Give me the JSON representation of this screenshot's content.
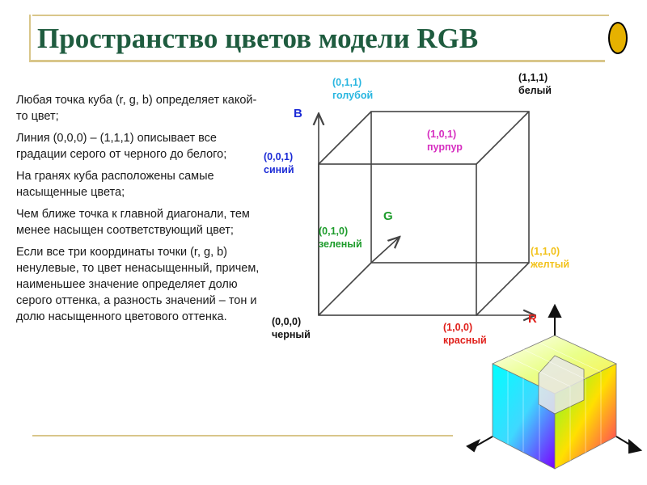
{
  "title": "Пространство цветов модели RGB",
  "bullets": [
    "Любая точка куба (r, g, b) определяет какой-то цвет;",
    "Линия (0,0,0) – (1,1,1) описывает все градации серого от черного до белого;",
    "На гранях куба расположены самые насыщенные цвета;",
    "Чем ближе точка к главной диагонали, тем менее насыщен соответствующий цвет;",
    "Если все три координаты точки (r, g, b) ненулевые, то цвет ненасыщенный, причем, наименьшее значение определяет долю серого оттенка, а разность значений – тон и долю насыщенного цветового оттенка."
  ],
  "axes": {
    "b": "B",
    "g": "G",
    "r": "R"
  },
  "vertices": {
    "cyan": {
      "coord": "(0,1,1)",
      "name": "голубой",
      "color": "#29b6e0"
    },
    "white": {
      "coord": "(1,1,1)",
      "name": "белый",
      "color": "#111111"
    },
    "magenta": {
      "coord": "(1,0,1)",
      "name": "пурпур",
      "color": "#d62ec0"
    },
    "blue": {
      "coord": "(0,0,1)",
      "name": "синий",
      "color": "#1c2bd6"
    },
    "green": {
      "coord": "(0,1,0)",
      "name": "зеленый",
      "color": "#1e9c2c"
    },
    "yellow": {
      "coord": "(1,1,0)",
      "name": "желтый",
      "color": "#f2c21b"
    },
    "black": {
      "coord": "(0,0,0)",
      "name": "черный",
      "color": "#111111"
    },
    "red": {
      "coord": "(1,0,0)",
      "name": "красный",
      "color": "#e0201b"
    }
  },
  "colors": {
    "title": "#1f5c3f",
    "rule": "#d9c68a",
    "accent_dot": "#e6b100",
    "axis_b": "#1c2bd6",
    "axis_g": "#1e9c2c",
    "axis_r": "#e0201b"
  }
}
